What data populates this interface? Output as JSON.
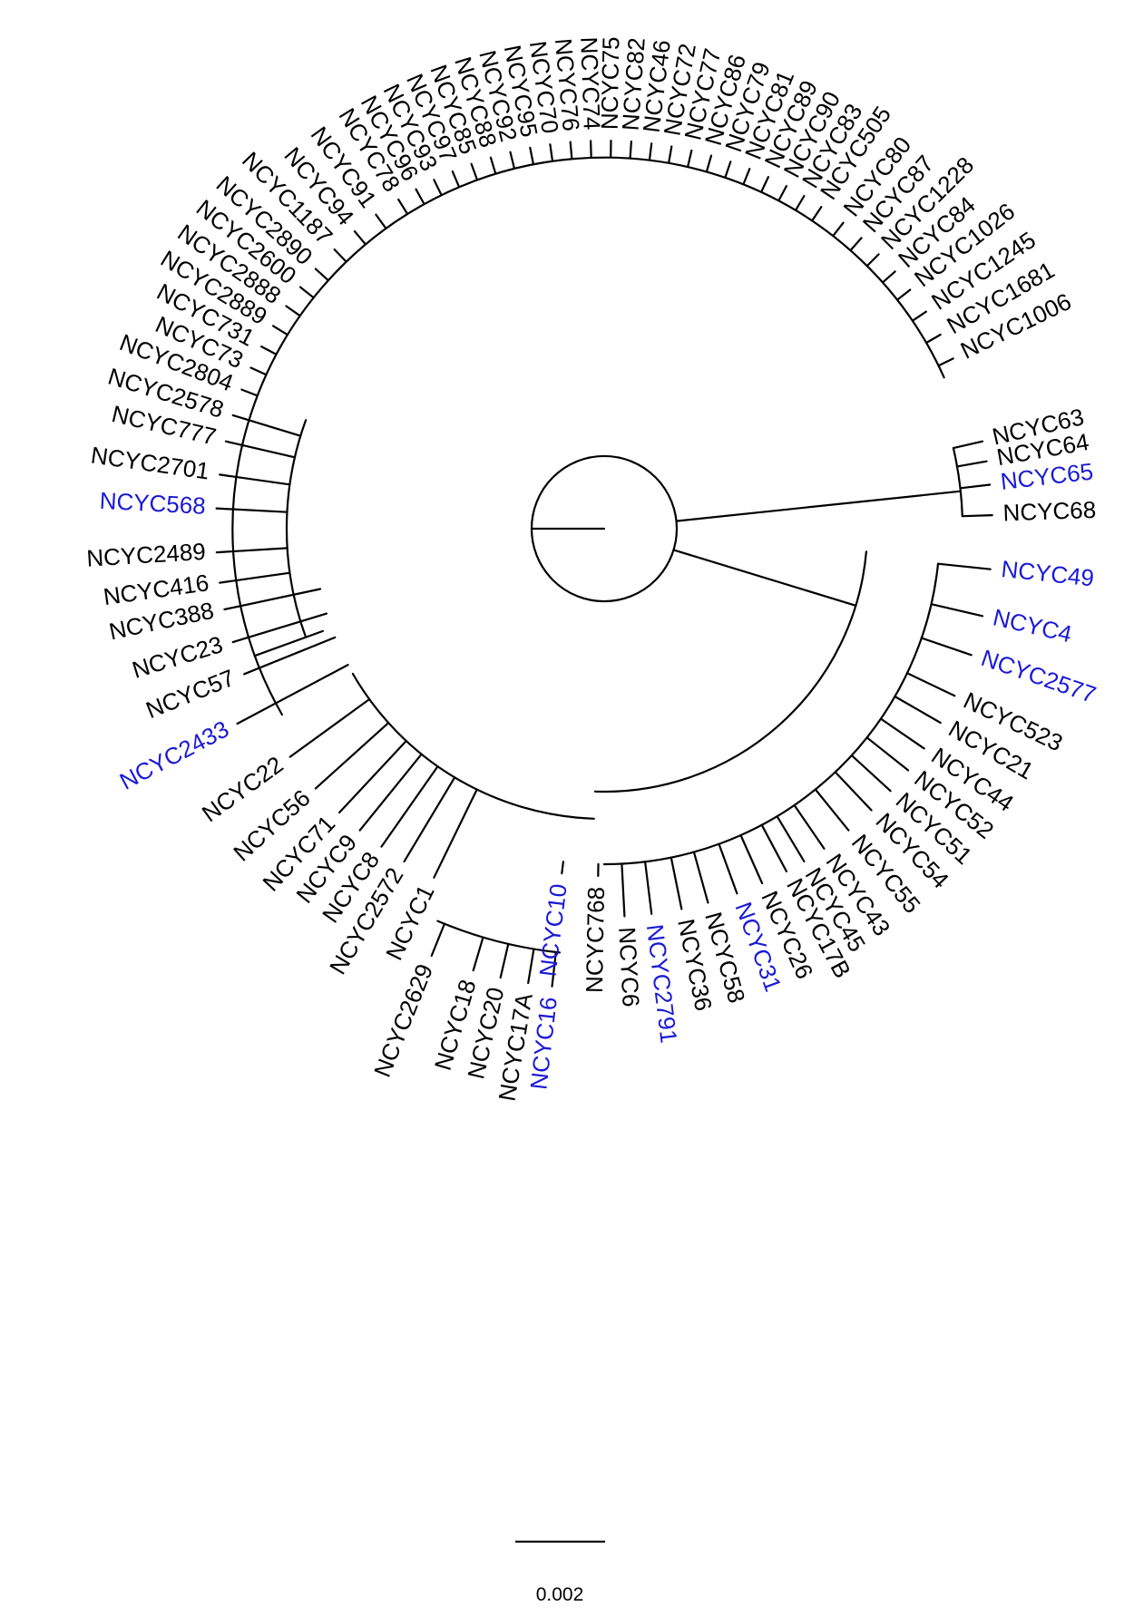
{
  "colors": {
    "ink": "#000000",
    "highlight": "#1a1ad6"
  },
  "scale_bar": {
    "label": "0.002"
  },
  "leaves": [
    {
      "id": "l0",
      "text": "NCYC63",
      "highlight": false
    },
    {
      "id": "l1",
      "text": "NCYC64",
      "highlight": false
    },
    {
      "id": "l2",
      "text": "NCYC65",
      "highlight": true
    },
    {
      "id": "l3",
      "text": "NCYC68",
      "highlight": false
    },
    {
      "id": "l4",
      "text": "NCYC49",
      "highlight": true
    },
    {
      "id": "l5",
      "text": "NCYC4",
      "highlight": true
    },
    {
      "id": "l6",
      "text": "NCYC2577",
      "highlight": true
    },
    {
      "id": "l7",
      "text": "NCYC523",
      "highlight": false
    },
    {
      "id": "l8",
      "text": "NCYC21",
      "highlight": false
    },
    {
      "id": "l9",
      "text": "NCYC44",
      "highlight": false
    },
    {
      "id": "l10",
      "text": "NCYC52",
      "highlight": false
    },
    {
      "id": "l11",
      "text": "NCYC51",
      "highlight": false
    },
    {
      "id": "l12",
      "text": "NCYC54",
      "highlight": false
    },
    {
      "id": "l13",
      "text": "NCYC55",
      "highlight": false
    },
    {
      "id": "l14",
      "text": "NCYC43",
      "highlight": false
    },
    {
      "id": "l15",
      "text": "NCYC45",
      "highlight": false
    },
    {
      "id": "l16",
      "text": "NCYC17B",
      "highlight": false
    },
    {
      "id": "l17",
      "text": "NCYC26",
      "highlight": false
    },
    {
      "id": "l18",
      "text": "NCYC31",
      "highlight": true
    },
    {
      "id": "l19",
      "text": "NCYC58",
      "highlight": false
    },
    {
      "id": "l20",
      "text": "NCYC36",
      "highlight": false
    },
    {
      "id": "l21",
      "text": "NCYC2791",
      "highlight": true
    },
    {
      "id": "l22",
      "text": "NCYC6",
      "highlight": false
    },
    {
      "id": "l23",
      "text": "NCYC768",
      "highlight": false
    },
    {
      "id": "l24",
      "text": "NCYC10",
      "highlight": true
    },
    {
      "id": "l25",
      "text": "NCYC16",
      "highlight": true
    },
    {
      "id": "l26",
      "text": "NCYC17A",
      "highlight": false
    },
    {
      "id": "l27",
      "text": "NCYC20",
      "highlight": false
    },
    {
      "id": "l28",
      "text": "NCYC18",
      "highlight": false
    },
    {
      "id": "l29",
      "text": "NCYC2629",
      "highlight": false
    },
    {
      "id": "l30",
      "text": "NCYC1",
      "highlight": false
    },
    {
      "id": "l31",
      "text": "NCYC2572",
      "highlight": false
    },
    {
      "id": "l32",
      "text": "NCYC8",
      "highlight": false
    },
    {
      "id": "l33",
      "text": "NCYC9",
      "highlight": false
    },
    {
      "id": "l34",
      "text": "NCYC71",
      "highlight": false
    },
    {
      "id": "l35",
      "text": "NCYC56",
      "highlight": false
    },
    {
      "id": "l36",
      "text": "NCYC22",
      "highlight": false
    },
    {
      "id": "l37",
      "text": "NCYC2433",
      "highlight": true
    },
    {
      "id": "l38",
      "text": "NCYC57",
      "highlight": false
    },
    {
      "id": "l39",
      "text": "NCYC23",
      "highlight": false
    },
    {
      "id": "l40",
      "text": "NCYC388",
      "highlight": false
    },
    {
      "id": "l41",
      "text": "NCYC416",
      "highlight": false
    },
    {
      "id": "l42",
      "text": "NCYC2489",
      "highlight": false
    },
    {
      "id": "l43",
      "text": "NCYC568",
      "highlight": true
    },
    {
      "id": "l44",
      "text": "NCYC2701",
      "highlight": false
    },
    {
      "id": "l45",
      "text": "NCYC777",
      "highlight": false
    },
    {
      "id": "l46",
      "text": "NCYC2578",
      "highlight": false
    },
    {
      "id": "l47",
      "text": "NCYC2804",
      "highlight": false
    },
    {
      "id": "l48",
      "text": "NCYC73",
      "highlight": false
    },
    {
      "id": "l49",
      "text": "NCYC731",
      "highlight": false
    },
    {
      "id": "l50",
      "text": "NCYC2889",
      "highlight": false
    },
    {
      "id": "l51",
      "text": "NCYC2888",
      "highlight": false
    },
    {
      "id": "l52",
      "text": "NCYC2600",
      "highlight": false
    },
    {
      "id": "l53",
      "text": "NCYC2890",
      "highlight": false
    },
    {
      "id": "l54",
      "text": "NCYC1187",
      "highlight": false
    },
    {
      "id": "l55",
      "text": "NCYC94",
      "highlight": false
    },
    {
      "id": "l56",
      "text": "NCYC91",
      "highlight": false
    },
    {
      "id": "l57",
      "text": "NCYC78",
      "highlight": false
    },
    {
      "id": "l58",
      "text": "NCYC96",
      "highlight": false
    },
    {
      "id": "l59",
      "text": "NCYC93",
      "highlight": false
    },
    {
      "id": "l60",
      "text": "NCYC97",
      "highlight": false
    },
    {
      "id": "l61",
      "text": "NCYC85",
      "highlight": false
    },
    {
      "id": "l62",
      "text": "NCYC88",
      "highlight": false
    },
    {
      "id": "l63",
      "text": "NCYC92",
      "highlight": false
    },
    {
      "id": "l64",
      "text": "NCYC95",
      "highlight": false
    },
    {
      "id": "l65",
      "text": "NCYC70",
      "highlight": false
    },
    {
      "id": "l66",
      "text": "NCYC76",
      "highlight": false
    },
    {
      "id": "l67",
      "text": "NCYC74",
      "highlight": false
    },
    {
      "id": "l68",
      "text": "NCYC75",
      "highlight": false
    },
    {
      "id": "l69",
      "text": "NCYC82",
      "highlight": false
    },
    {
      "id": "l70",
      "text": "NCYC46",
      "highlight": false
    },
    {
      "id": "l71",
      "text": "NCYC72",
      "highlight": false
    },
    {
      "id": "l72",
      "text": "NCYC77",
      "highlight": false
    },
    {
      "id": "l73",
      "text": "NCYC86",
      "highlight": false
    },
    {
      "id": "l74",
      "text": "NCYC79",
      "highlight": false
    },
    {
      "id": "l75",
      "text": "NCYC81",
      "highlight": false
    },
    {
      "id": "l76",
      "text": "NCYC89",
      "highlight": false
    },
    {
      "id": "l77",
      "text": "NCYC90",
      "highlight": false
    },
    {
      "id": "l78",
      "text": "NCYC83",
      "highlight": false
    },
    {
      "id": "l79",
      "text": "NCYC505",
      "highlight": false
    },
    {
      "id": "l80",
      "text": "NCYC80",
      "highlight": false
    },
    {
      "id": "l81",
      "text": "NCYC87",
      "highlight": false
    },
    {
      "id": "l82",
      "text": "NCYC1228",
      "highlight": false
    },
    {
      "id": "l83",
      "text": "NCYC84",
      "highlight": false
    },
    {
      "id": "l84",
      "text": "NCYC1026",
      "highlight": false
    },
    {
      "id": "l85",
      "text": "NCYC1245",
      "highlight": false
    },
    {
      "id": "l86",
      "text": "NCYC1681",
      "highlight": false
    },
    {
      "id": "l87",
      "text": "NCYC1006",
      "highlight": false
    }
  ]
}
